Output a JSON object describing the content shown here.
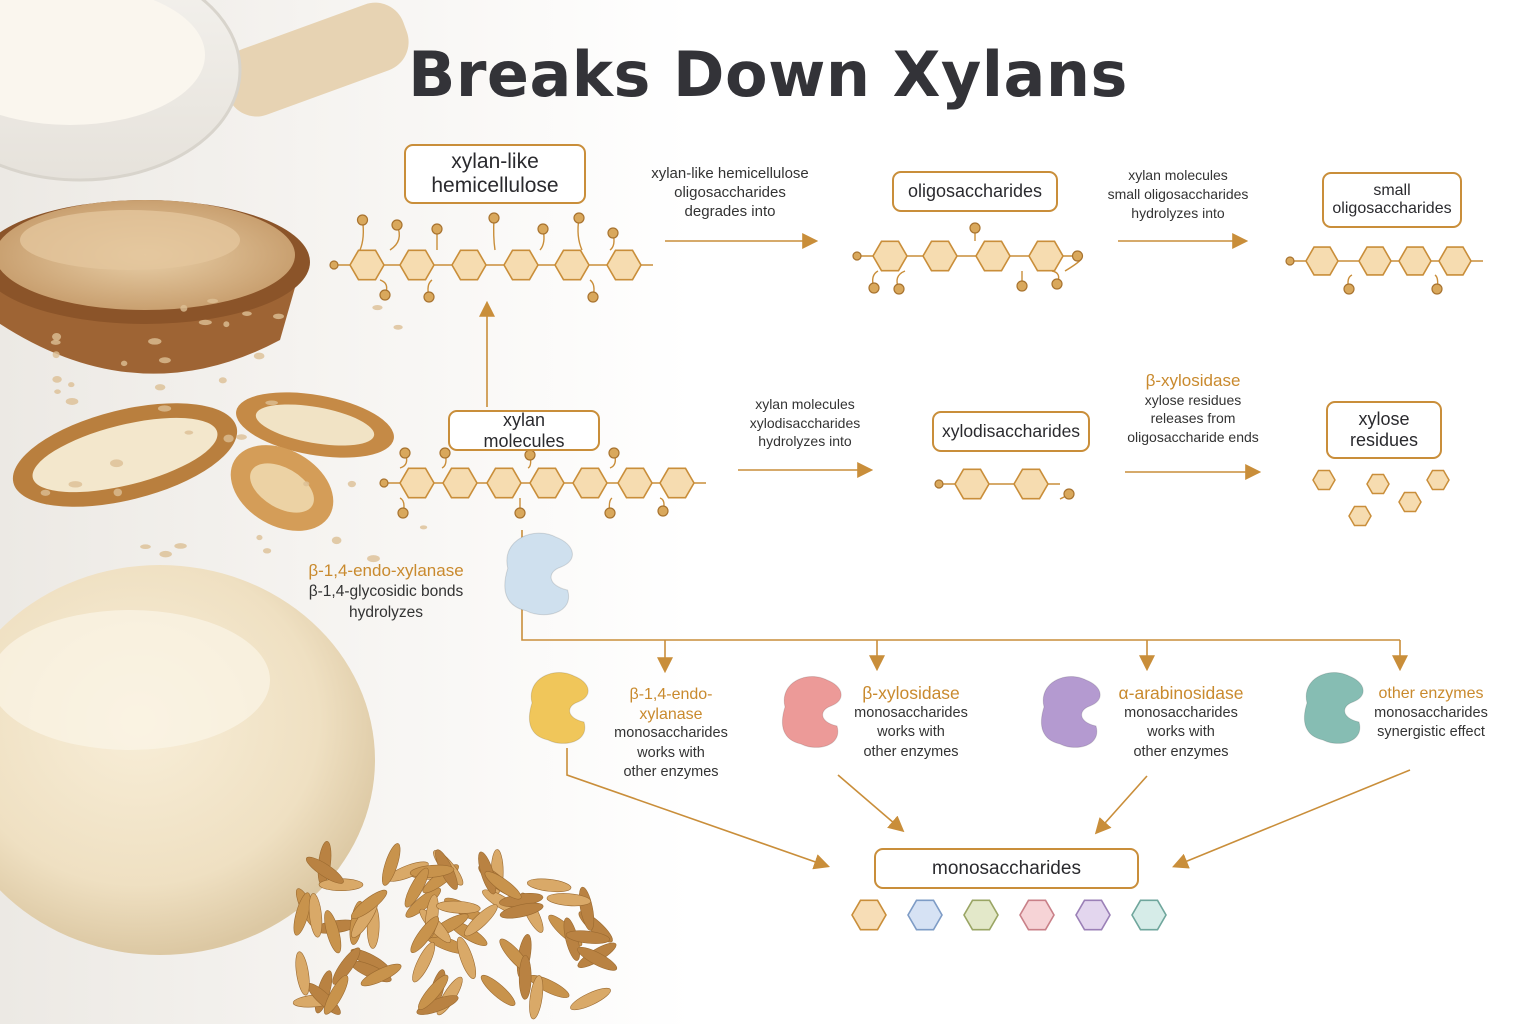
{
  "title": "Breaks Down Xylans",
  "boxes": {
    "xylan_hemicellulose": "xylan-like hemicellulose",
    "oligosaccharides": "oligosaccharides",
    "small_oligosaccharides": "small oligosaccharides",
    "xylan_molecules": "xylan molecules",
    "xylodisaccharides": "xylodisaccharides",
    "xylose_residues": "xylose residues",
    "monosaccharides": "monosaccharides"
  },
  "arrow_labels": {
    "a1": [
      "xylan-like hemicellulose",
      "oligosaccharides",
      "degrades into"
    ],
    "a2": [
      "xylan molecules",
      "small oligosaccharides",
      "hydrolyzes into"
    ],
    "a3": [
      "xylan molecules",
      "xylodisaccharides",
      "hydrolyzes into"
    ],
    "a4": {
      "enzyme": "β-xylosidase",
      "lines": [
        "xylose residues",
        "releases from",
        "oligosaccharide ends"
      ]
    }
  },
  "main_enzyme": {
    "name": "β-1,4-endo-xylanase",
    "lines": [
      "β-1,4-glycosidic bonds",
      "hydrolyzes"
    ]
  },
  "enzymes": [
    {
      "name": "β-1,4-endo-xylanase",
      "lines": [
        "monosaccharides",
        "works with",
        "other enzymes"
      ],
      "color": "#f0c65a"
    },
    {
      "name": "β-xylosidase",
      "lines": [
        "monosaccharides",
        "works with",
        "other enzymes"
      ],
      "color": "#ec9a98"
    },
    {
      "name": "α-arabinosidase",
      "lines": [
        "monosaccharides",
        "works with",
        "other enzymes"
      ],
      "color": "#b49ad0"
    },
    {
      "name": "other enzymes",
      "lines": [
        "monosaccharides",
        "synergistic effect"
      ],
      "color": "#86bdb3"
    }
  ],
  "colors": {
    "accent": "#c98e3a",
    "hexagon_fill": "#f6dcb0",
    "hexagon_stroke": "#c98e3a"
  },
  "mono_hexagon_colors": [
    {
      "fill": "#f7ddb6",
      "stroke": "#c98e3a"
    },
    {
      "fill": "#d6e2f4",
      "stroke": "#7e9cc6"
    },
    {
      "fill": "#e3e8c9",
      "stroke": "#9aa564"
    },
    {
      "fill": "#f6d3d6",
      "stroke": "#c98088"
    },
    {
      "fill": "#e3d6ee",
      "stroke": "#9b80b7"
    },
    {
      "fill": "#d6ece8",
      "stroke": "#6fa69c"
    }
  ]
}
